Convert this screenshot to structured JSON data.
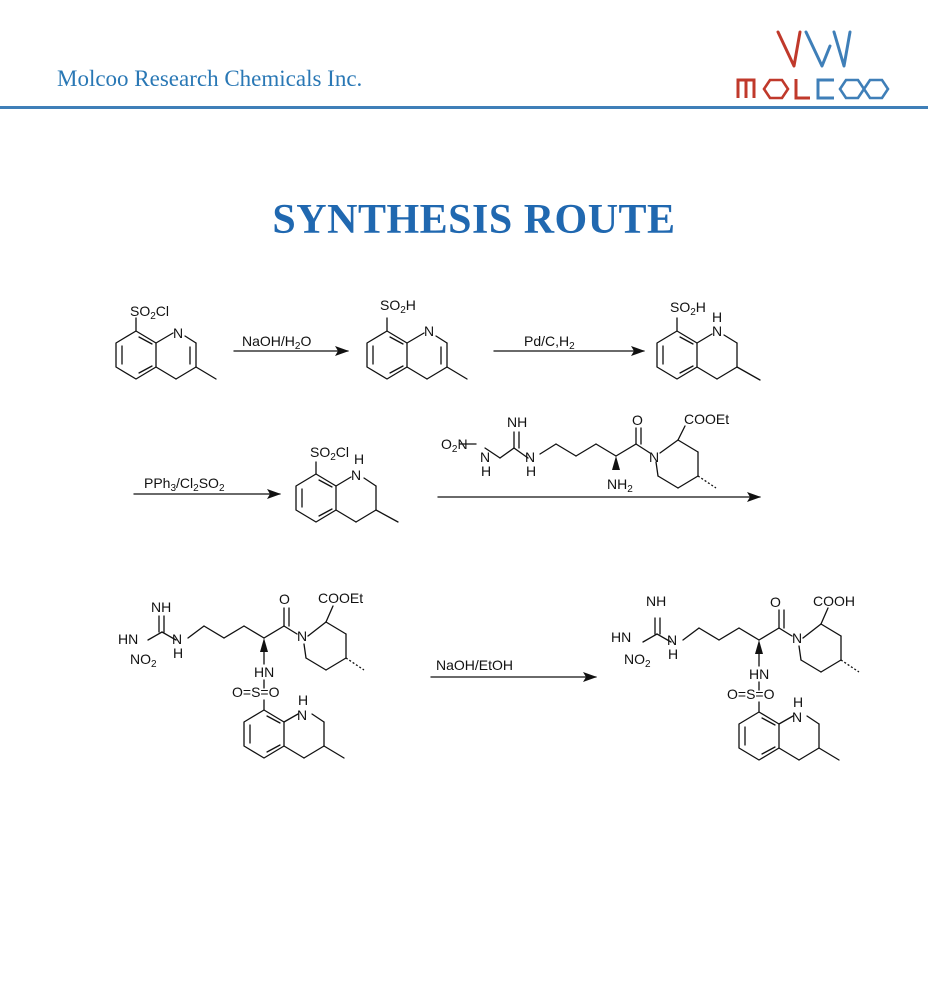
{
  "header": {
    "company": "Molcoo Research Chemicals Inc.",
    "logo_text": "MOLCOO",
    "accent_color": "#2a78b5",
    "logo_color": "#c0392b"
  },
  "title": "SYNTHESIS ROUTE",
  "reagents": {
    "r1": "NaOH/H2O",
    "r2": "Pd/C,H2",
    "r3": "PPh3/Cl2SO2",
    "r5": "NaOH/EtOH"
  }
}
